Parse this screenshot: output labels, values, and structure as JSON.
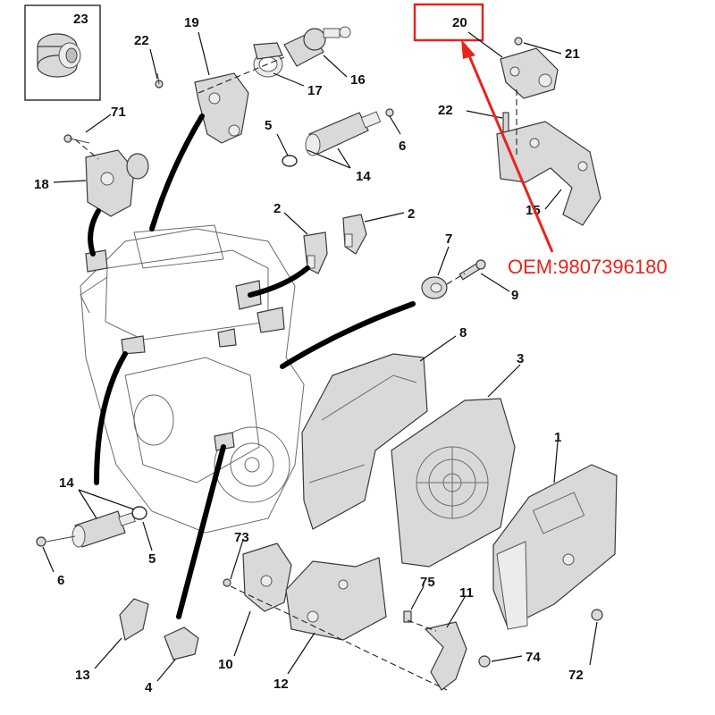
{
  "diagram": {
    "callouts": [
      {
        "id": "c23",
        "label": "23"
      },
      {
        "id": "c22a",
        "label": "22"
      },
      {
        "id": "c19",
        "label": "19"
      },
      {
        "id": "c17",
        "label": "17"
      },
      {
        "id": "c16",
        "label": "16"
      },
      {
        "id": "c20",
        "label": "20"
      },
      {
        "id": "c21",
        "label": "21"
      },
      {
        "id": "c22b",
        "label": "22"
      },
      {
        "id": "c15",
        "label": "15"
      },
      {
        "id": "c71",
        "label": "71"
      },
      {
        "id": "c18",
        "label": "18"
      },
      {
        "id": "c5a",
        "label": "5"
      },
      {
        "id": "c6a",
        "label": "6"
      },
      {
        "id": "c14a",
        "label": "14"
      },
      {
        "id": "c2a",
        "label": "2"
      },
      {
        "id": "c2b",
        "label": "2"
      },
      {
        "id": "c7",
        "label": "7"
      },
      {
        "id": "c9",
        "label": "9"
      },
      {
        "id": "c8",
        "label": "8"
      },
      {
        "id": "c3",
        "label": "3"
      },
      {
        "id": "c1",
        "label": "1"
      },
      {
        "id": "c14b",
        "label": "14"
      },
      {
        "id": "c5b",
        "label": "5"
      },
      {
        "id": "c6b",
        "label": "6"
      },
      {
        "id": "c73",
        "label": "73"
      },
      {
        "id": "c75",
        "label": "75"
      },
      {
        "id": "c11",
        "label": "11"
      },
      {
        "id": "c13",
        "label": "13"
      },
      {
        "id": "c4",
        "label": "4"
      },
      {
        "id": "c10",
        "label": "10"
      },
      {
        "id": "c12",
        "label": "12"
      },
      {
        "id": "c74",
        "label": "74"
      },
      {
        "id": "c72",
        "label": "72"
      }
    ],
    "oem_note": "OEM:9807396180",
    "highlight_color": "#e8241c"
  }
}
